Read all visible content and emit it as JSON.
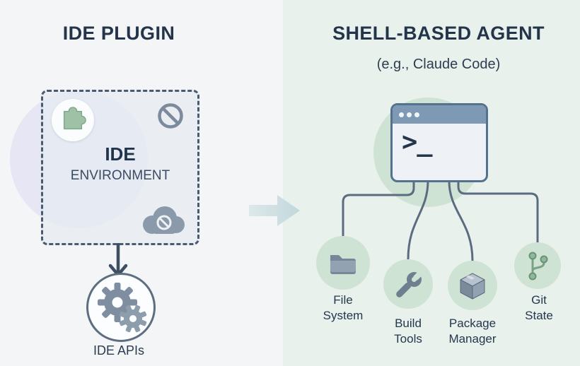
{
  "left": {
    "title": "IDE PLUGIN",
    "box": {
      "line1": "IDE",
      "line2": "ENVIRONMENT"
    },
    "apis_label": "IDE APIs",
    "icons": [
      "puzzle-icon",
      "prohibition-icon",
      "cloud-blocked-icon",
      "down-arrow-icon",
      "gears-icon"
    ]
  },
  "right": {
    "title": "SHELL-BASED AGENT",
    "subtitle": "(e.g., Claude Code)",
    "terminal_prompt": ">_",
    "nodes": [
      {
        "label": "File\nSystem",
        "icon": "folder-icon"
      },
      {
        "label": "Build\nTools",
        "icon": "wrench-icon"
      },
      {
        "label": "Package\nManager",
        "icon": "package-icon"
      },
      {
        "label": "Git\nState",
        "icon": "git-branch-icon"
      }
    ]
  },
  "colors": {
    "left_bg": "#f4f5f7",
    "right_bg": "#e8f1ec",
    "heading": "#24344a",
    "green_circle": "#cfe3d4",
    "lavender_blob": "#e7e6f4",
    "icon_gray": "#6e8090",
    "terminal_header": "#7e99b3",
    "terminal_border": "#54718e",
    "connector": "#5b6c80",
    "puzzle_green": "#9fc2a6"
  }
}
